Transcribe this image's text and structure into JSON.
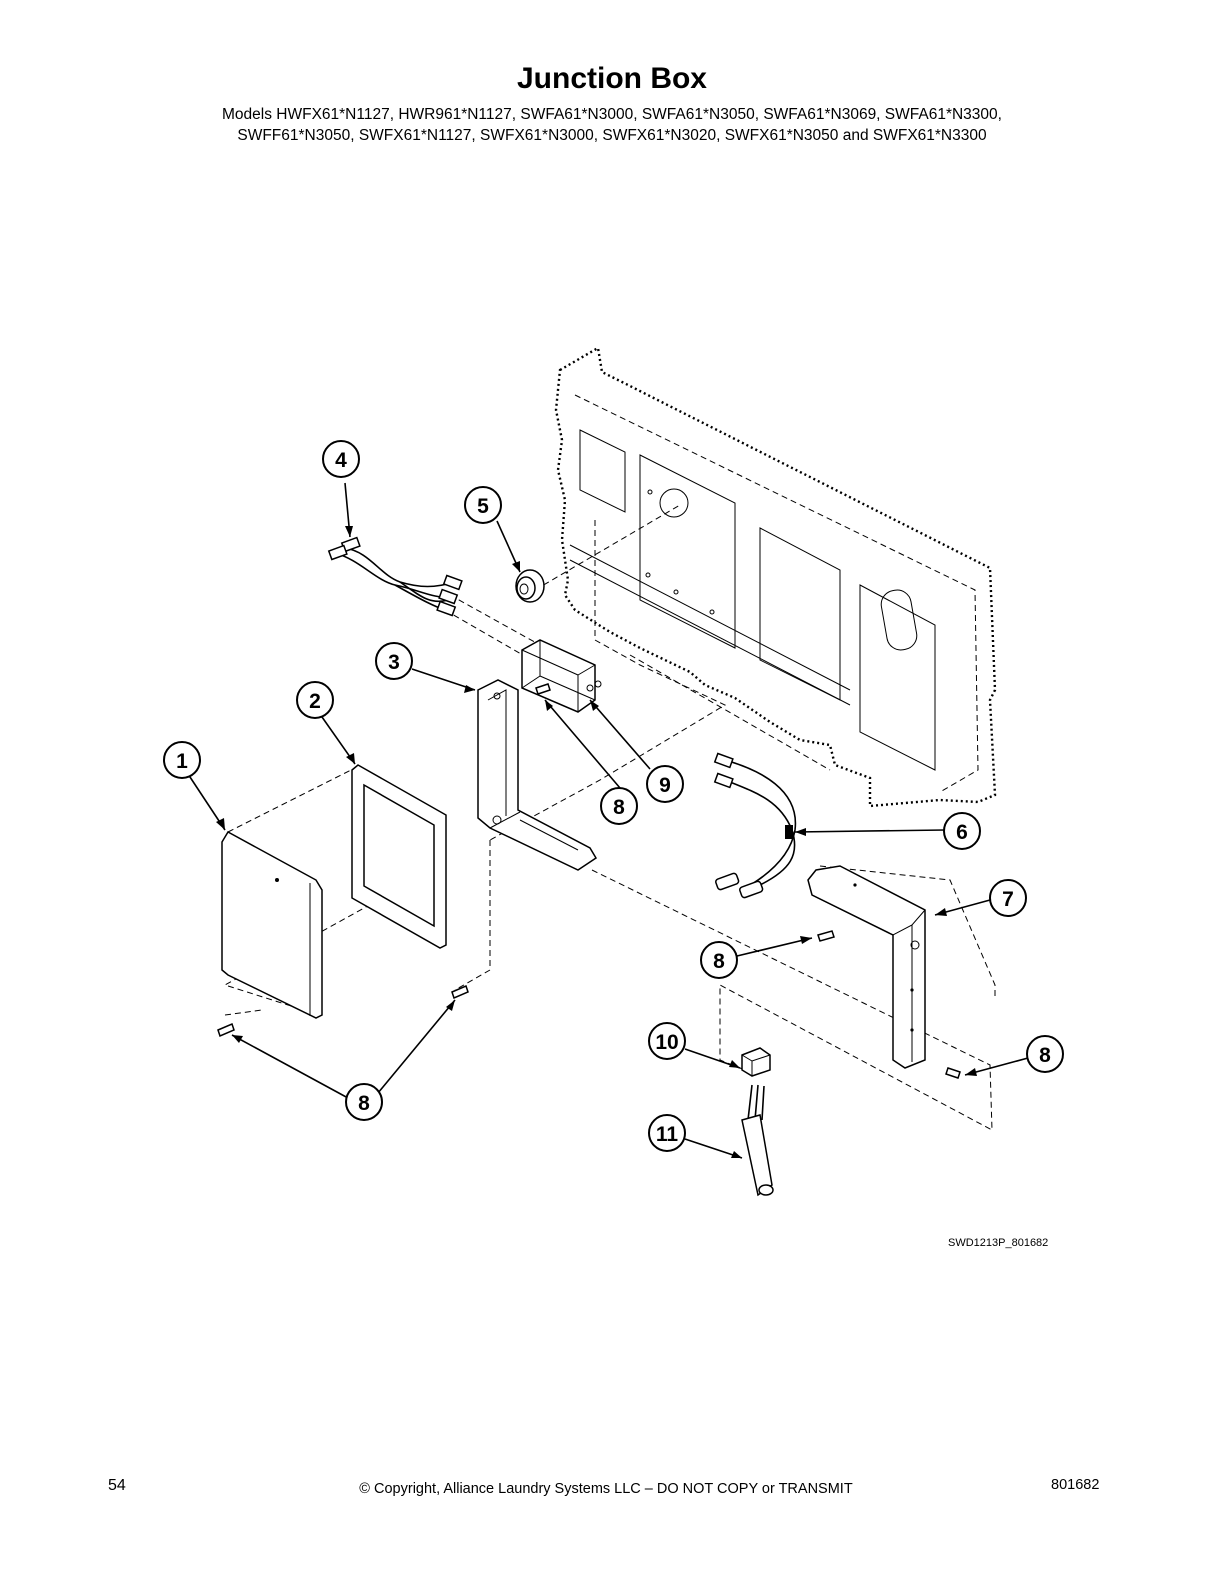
{
  "header": {
    "title": "Junction Box",
    "models_line1": "Models HWFX61*N1127, HWR961*N1127, SWFA61*N3000, SWFA61*N3050, SWFA61*N3069, SWFA61*N3300,",
    "models_line2": "SWFF61*N3050, SWFX61*N1127, SWFX61*N3000, SWFX61*N3020, SWFX61*N3050 and SWFX61*N3300"
  },
  "diagram": {
    "figure_id": "SWD1213P_801682",
    "callouts": {
      "c1": "1",
      "c2": "2",
      "c3": "3",
      "c4": "4",
      "c5": "5",
      "c6": "6",
      "c7": "7",
      "c8a": "8",
      "c8b": "8",
      "c8c": "8",
      "c8d": "8",
      "c9": "9",
      "c10": "10",
      "c11": "11"
    }
  },
  "footer": {
    "page_number": "54",
    "copyright": "© Copyright, Alliance Laundry Systems LLC – DO NOT COPY or TRANSMIT",
    "doc_number": "801682"
  }
}
